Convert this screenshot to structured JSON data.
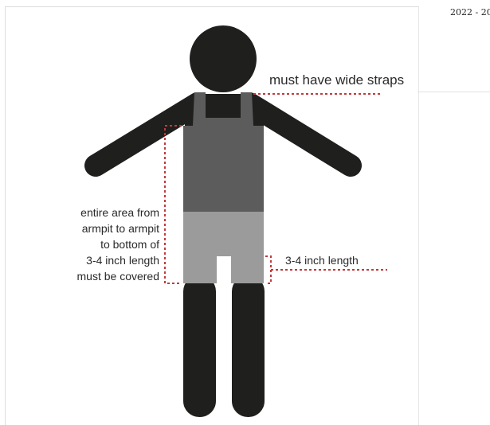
{
  "header": {
    "year_label": "2022 - 20"
  },
  "diagram": {
    "straps_label": "must have wide straps",
    "length_label": "3-4 inch length",
    "coverage_lines": [
      "entire area from",
      "armpit to armpit",
      "to bottom of",
      "3-4 inch length",
      "must be covered"
    ],
    "colors": {
      "figure": "#1f1f1d",
      "top": "#5c5c5c",
      "shorts": "#9b9b9b",
      "dotted_guide": "#c0393b"
    }
  }
}
